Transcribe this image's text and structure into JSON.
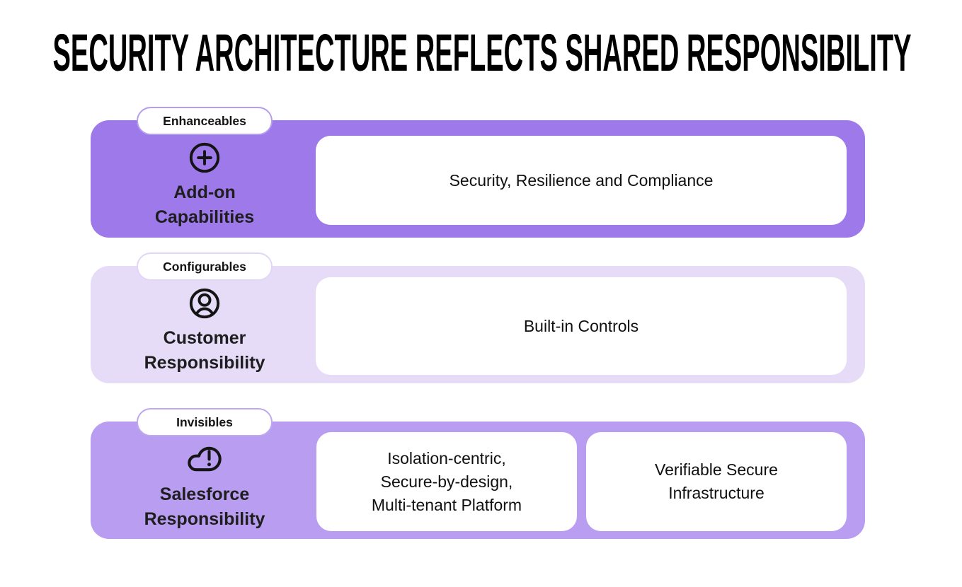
{
  "title": "SECURITY ARCHITECTURE REFLECTS SHARED RESPONSIBILITY",
  "colors": {
    "addon_band": "#9d79ea",
    "customer_band": "#e6dcf8",
    "salesforce_band": "#b89df0",
    "card_background": "#ffffff",
    "page_background": "#ffffff",
    "title_text": "#000000",
    "body_text": "#101010",
    "pill_border_addon": "#b59dee",
    "pill_border_customer": "#e1d6f8",
    "pill_border_salesforce": "#bfa7f1"
  },
  "bands": [
    {
      "tag": "Enhanceables",
      "icon": "plus-circle",
      "label": "Add-on\nCapabilities",
      "cards": [
        "Security, Resilience and Compliance"
      ]
    },
    {
      "tag": "Configurables",
      "icon": "user-circle",
      "label": "Customer\nResponsibility",
      "cards": [
        "Built-in Controls"
      ]
    },
    {
      "tag": "Invisibles",
      "icon": "cloud-alert",
      "label": "Salesforce\nResponsibility",
      "cards": [
        "Isolation-centric,\nSecure-by-design,\nMulti-tenant Platform",
        "Verifiable Secure\nInfrastructure"
      ]
    }
  ]
}
